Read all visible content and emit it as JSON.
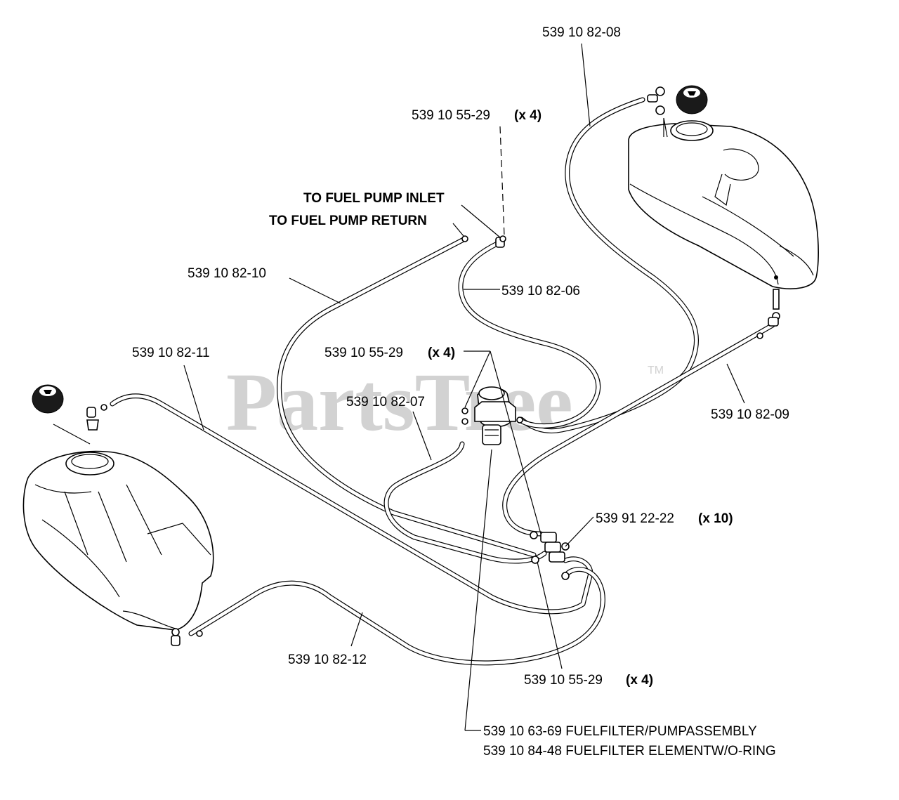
{
  "watermark": {
    "text": "PartsTree",
    "trademark": "TM"
  },
  "labels": {
    "hose_08": "539 10 82-08",
    "clamp_top": "539 10 55-29",
    "clamp_top_qty": "(x 4)",
    "to_inlet": "TO FUEL PUMP INLET",
    "to_return": "TO FUEL PUMP RETURN",
    "hose_10": "539 10 82-10",
    "hose_06": "539 10 82-06",
    "clamp_mid": "539 10 55-29",
    "clamp_mid_qty": "(x 4)",
    "hose_11": "539 10 82-11",
    "hose_07": "539 10 82-07",
    "hose_09": "539 10 82-09",
    "clip": "539 91 22-22",
    "clip_qty": "(x 10)",
    "hose_12": "539 10 82-12",
    "clamp_low": "539 10 55-29",
    "clamp_low_qty": "(x 4)",
    "filter_assembly": "539 10 63-69 FUELFILTER/PUMPASSEMBLY",
    "filter_element": "539 10 84-48 FUELFILTER ELEMENTW/O-RING"
  }
}
